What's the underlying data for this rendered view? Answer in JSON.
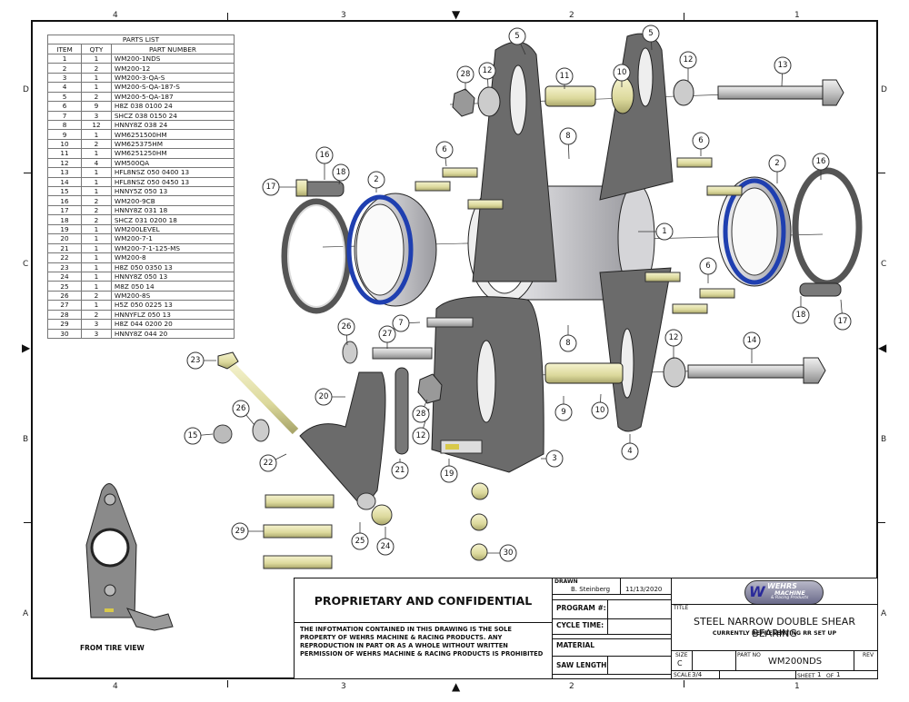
{
  "border": {
    "columns_top": [
      "4",
      "3",
      "2",
      "1"
    ],
    "columns_bottom": [
      "4",
      "3",
      "2",
      "1"
    ],
    "rows_left": [
      "D",
      "C",
      "B",
      "A"
    ],
    "rows_right": [
      "D",
      "C",
      "B",
      "A"
    ]
  },
  "parts_list": {
    "title": "PARTS LIST",
    "headers": [
      "ITEM",
      "QTY",
      "PART NUMBER"
    ],
    "rows": [
      {
        "item": "1",
        "qty": "1",
        "part": "WM200-1NDS"
      },
      {
        "item": "2",
        "qty": "2",
        "part": "WM200-12"
      },
      {
        "item": "3",
        "qty": "1",
        "part": "WM200-3-QA-S"
      },
      {
        "item": "4",
        "qty": "1",
        "part": "WM200-S-QA-187-S"
      },
      {
        "item": "5",
        "qty": "2",
        "part": "WM200-5-QA-187"
      },
      {
        "item": "6",
        "qty": "9",
        "part": "H8Z 038 0100 24"
      },
      {
        "item": "7",
        "qty": "3",
        "part": "SHCZ 038 0150 24"
      },
      {
        "item": "8",
        "qty": "12",
        "part": "HNNY8Z 038 24"
      },
      {
        "item": "9",
        "qty": "1",
        "part": "WM6251500HM"
      },
      {
        "item": "10",
        "qty": "2",
        "part": "WM625375HM"
      },
      {
        "item": "11",
        "qty": "1",
        "part": "WM6251250HM"
      },
      {
        "item": "12",
        "qty": "4",
        "part": "WM500QA"
      },
      {
        "item": "13",
        "qty": "1",
        "part": "HFL8NSZ 050 0400 13"
      },
      {
        "item": "14",
        "qty": "1",
        "part": "HFL8NSZ 050 0450 13"
      },
      {
        "item": "15",
        "qty": "1",
        "part": "HNNY5Z 050 13"
      },
      {
        "item": "16",
        "qty": "2",
        "part": "WM200-9CB"
      },
      {
        "item": "17",
        "qty": "2",
        "part": "HNNY8Z 031 18"
      },
      {
        "item": "18",
        "qty": "2",
        "part": "SHCZ 031 0200 18"
      },
      {
        "item": "19",
        "qty": "1",
        "part": "WM200LEVEL"
      },
      {
        "item": "20",
        "qty": "1",
        "part": "WM200-7-1"
      },
      {
        "item": "21",
        "qty": "1",
        "part": "WM200-7-1-125-MS"
      },
      {
        "item": "22",
        "qty": "1",
        "part": "WM200-8"
      },
      {
        "item": "23",
        "qty": "1",
        "part": "H8Z 050 0350 13"
      },
      {
        "item": "24",
        "qty": "1",
        "part": "HNNY8Z 050 13"
      },
      {
        "item": "25",
        "qty": "1",
        "part": "M8Z 050 14"
      },
      {
        "item": "26",
        "qty": "2",
        "part": "WM200-8S"
      },
      {
        "item": "27",
        "qty": "1",
        "part": "H5Z 050 0225 13"
      },
      {
        "item": "28",
        "qty": "2",
        "part": "HNNYFLZ 050 13"
      },
      {
        "item": "29",
        "qty": "3",
        "part": "H8Z 044 0200 20"
      },
      {
        "item": "30",
        "qty": "3",
        "part": "HNNY8Z 044 20"
      }
    ]
  },
  "balloons": [
    "5",
    "5",
    "28",
    "12",
    "11",
    "10",
    "12",
    "13",
    "6",
    "8",
    "6",
    "16",
    "18",
    "17",
    "2",
    "2",
    "16",
    "1",
    "6",
    "8",
    "18",
    "17",
    "26",
    "7",
    "27",
    "23",
    "12",
    "14",
    "20",
    "26",
    "15",
    "28",
    "12",
    "9",
    "10",
    "4",
    "22",
    "21",
    "19",
    "3",
    "29",
    "25",
    "24",
    "30"
  ],
  "side_view": {
    "caption": "FROM TIRE VIEW"
  },
  "title_block": {
    "proprietary_heading": "PROPRIETARY AND CONFIDENTIAL",
    "proprietary_text": "THE INFOTMATION CONTAINED IN THIS DRAWING IS THE SOLE PROPERTY OF WEHRS MACHINE & RACING PRODUCTS. ANY REPRODUCTION IN PART OR AS A WHOLE WITHOUT WRITTEN PERMISSION OF WEHRS MACHINE & RACING PRODUCTS IS PROHIBITED",
    "drawn_label": "DRAWN",
    "drawn_by": "B. Steinberg",
    "drawn_date": "11/13/2020",
    "program_label": "PROGRAM #:",
    "program_value": "",
    "cycle_time_label": "CYCLE TIME:",
    "cycle_time_value": "",
    "material_label": "MATERIAL",
    "saw_length_label": "SAW LENGTH",
    "logo_text_1": "WEHRS",
    "logo_text_2": "MACHINE",
    "logo_text_3": "& Racing Products",
    "title_label": "TITLE",
    "title": "STEEL NARROW DOUBLE SHEAR BEARING",
    "subtitle": "CURRENTLY REPRESENTING RR SET UP",
    "size_label": "SIZE",
    "size": "C",
    "part_no_label": "PART NO",
    "part_no": "WM200NDS",
    "rev_label": "REV",
    "rev": "",
    "scale_label": "SCALE",
    "scale": "3/4",
    "sheet_label": "SHEET",
    "sheet": "1",
    "of_label": "OF",
    "of": "1"
  },
  "colors": {
    "plate": "#6b6b6b",
    "plate_edge": "#2b2b2b",
    "steel": "#d9d9dc",
    "brass": "#e8e6b0",
    "bearing_seal": "#1f3fb0",
    "bolt_gray": "#c9c9c9"
  }
}
